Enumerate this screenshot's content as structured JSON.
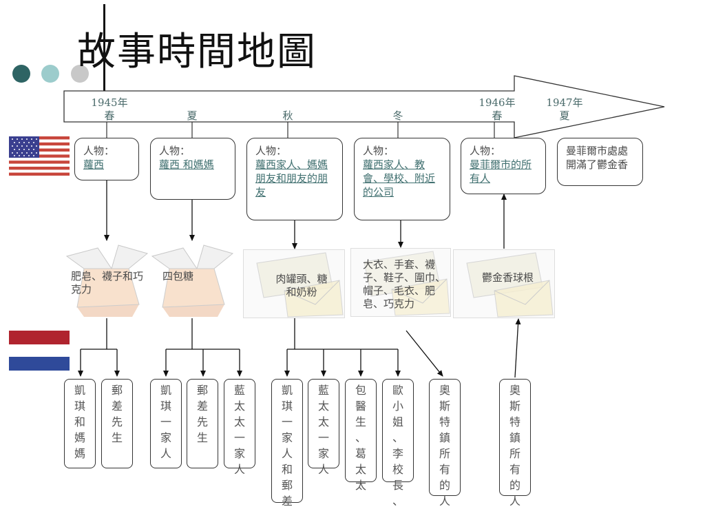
{
  "title": "故事時間地圖",
  "colors": {
    "dot1": "#2e6464",
    "dot2": "#9ccccc",
    "dot3": "#c8c8c8"
  },
  "seasons": [
    {
      "year": "1945年",
      "season": "春"
    },
    {
      "year": "",
      "season": "夏"
    },
    {
      "year": "",
      "season": "秋"
    },
    {
      "year": "",
      "season": "冬"
    },
    {
      "year": "1946年",
      "season": "春"
    },
    {
      "year": "1947年",
      "season": "夏"
    }
  ],
  "people": [
    {
      "prefix": "人物：",
      "text": "蘿西"
    },
    {
      "prefix": "人物：",
      "text": "蘿西 和媽媽"
    },
    {
      "prefix": "人物：",
      "text": "蘿西家人、媽媽朋友和朋友的朋友"
    },
    {
      "prefix": "人物：",
      "text": "蘿西家人、教會、學校、附近的公司"
    },
    {
      "prefix": "人物：",
      "text": "曼菲爾市的所有人"
    },
    {
      "prefix": "",
      "text": "曼菲爾市處處開滿了鬱金香"
    }
  ],
  "gifts": [
    "肥皂、襪子和巧克力",
    "四包糖",
    "肉罐頭、糖和奶粉",
    "大衣、手套、襪子、鞋子、圍巾、帽子、毛衣、肥皂、巧克力",
    "鬱金香球根"
  ],
  "recipients": [
    "凱琪和媽媽",
    "郵差先生",
    "凱琪一家人",
    "郵差先生",
    "藍太太一家人",
    "凱琪一家人和郵差",
    "藍太太一家人",
    "包醫生、葛太太",
    "歐小姐、李校長、",
    "奧斯特鎮所有的人",
    "奧斯特鎮所有的人"
  ]
}
